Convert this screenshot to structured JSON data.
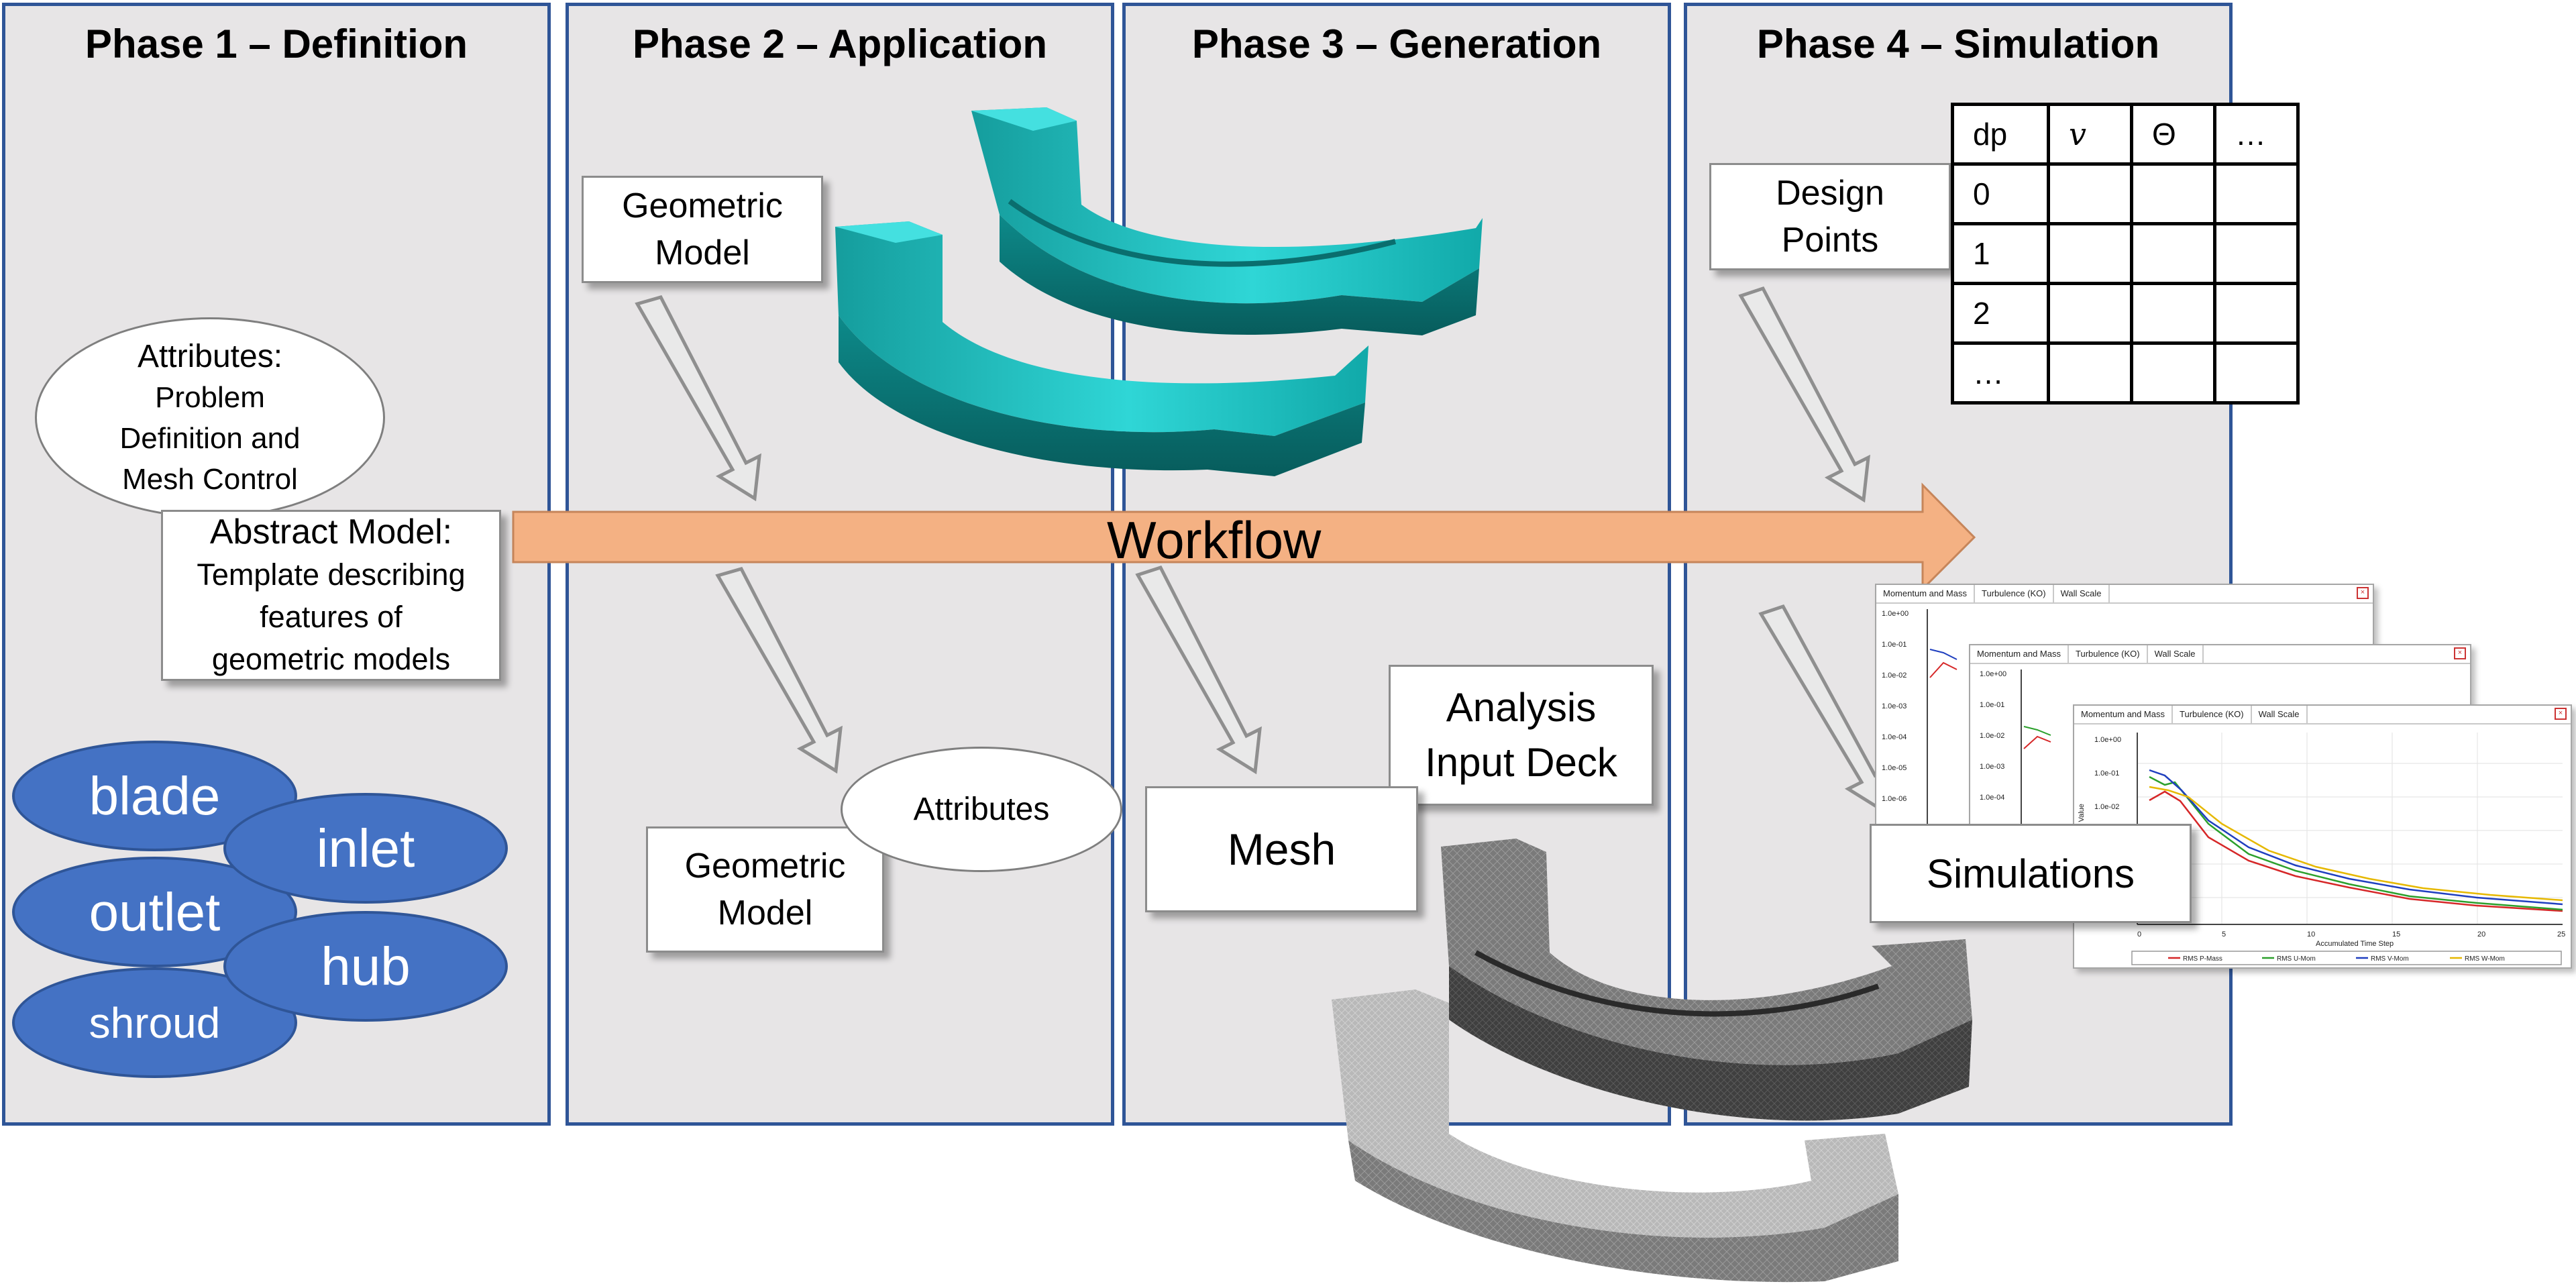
{
  "phases": [
    {
      "title": "Phase 1 – Definition"
    },
    {
      "title": "Phase 2 – Application"
    },
    {
      "title": "Phase 3 – Generation"
    },
    {
      "title": "Phase 4 – Simulation"
    }
  ],
  "workflow_label": "Workflow",
  "phase1": {
    "attributes_lines": [
      "Attributes:",
      "Problem",
      "Definition and",
      "Mesh Control"
    ],
    "abstract_lines": [
      "Abstract Model:",
      "Template describing",
      "features of",
      "geometric models"
    ],
    "features": [
      "blade",
      "inlet",
      "outlet",
      "hub",
      "shroud"
    ]
  },
  "phase2": {
    "geometric_model_top": [
      "Geometric",
      "Model"
    ],
    "geometric_model_bottom": [
      "Geometric",
      "Model"
    ],
    "attributes": "Attributes"
  },
  "phase3": {
    "mesh": "Mesh",
    "analysis_lines": [
      "Analysis",
      "Input Deck"
    ]
  },
  "phase4": {
    "design_points_lines": [
      "Design",
      "Points"
    ],
    "simulations": "Simulations",
    "table": {
      "header": [
        "dp",
        "𝑣",
        "Θ",
        "…"
      ],
      "rows": [
        "0",
        "1",
        "2",
        "…"
      ]
    },
    "plot_windows": {
      "tabs": [
        "Momentum and Mass",
        "Turbulence (KO)",
        "Wall Scale"
      ],
      "y_ticks": [
        "1.0e+00",
        "1.0e-01",
        "1.0e-02",
        "1.0e-03",
        "1.0e-04",
        "1.0e-05",
        "1.0e-06"
      ],
      "x_ticks": [
        "0",
        "5",
        "10",
        "15",
        "20",
        "25"
      ],
      "y_axis_label": "Variable Value",
      "x_axis_label": "Accumulated Time Step",
      "legend": [
        "RMS P-Mass",
        "RMS U-Mom",
        "RMS V-Mom",
        "RMS W-Mom"
      ],
      "legend_colors": [
        "#d62728",
        "#2ca02c",
        "#1f3fbf",
        "#e6b800"
      ]
    }
  },
  "colors": {
    "phase_border": "#2f5597",
    "phase_fill": "#e7e5e6",
    "workflow_arrow": "#f4b183",
    "feature_fill": "#4472c4",
    "geometry_teal": "#12b2b2",
    "mesh_gray": "#6b6b6b"
  }
}
